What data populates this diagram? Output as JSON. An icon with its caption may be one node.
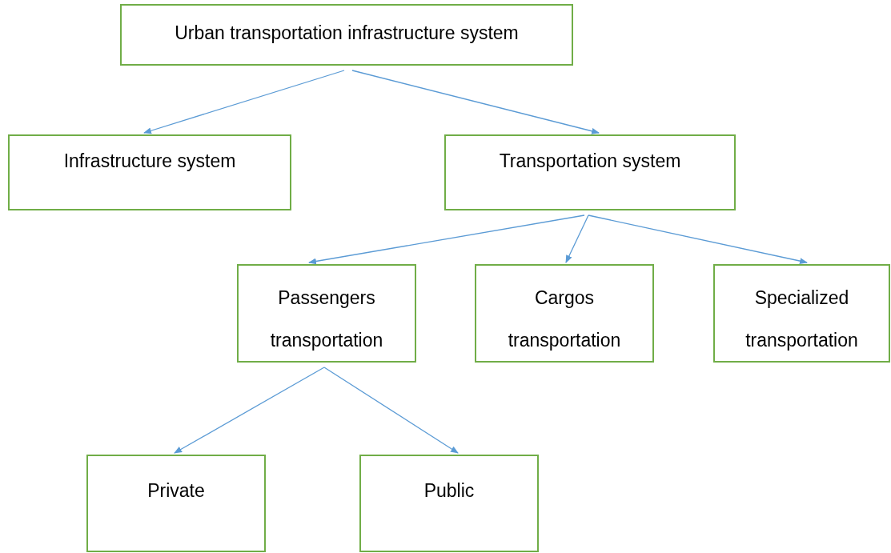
{
  "diagram": {
    "nodes": [
      {
        "text": [
          "Urban transportation infrastructure system"
        ]
      },
      {
        "text": [
          "Infrastructure system"
        ]
      },
      {
        "text": [
          "Transportation system"
        ]
      },
      {
        "text": [
          "Passengers transportation"
        ]
      },
      {
        "text": [
          "Cargos transportation"
        ]
      },
      {
        "text": [
          "Specialized transportation"
        ]
      },
      {
        "text": [
          "Private"
        ]
      },
      {
        "text": [
          "Public"
        ]
      }
    ],
    "edges": [
      {
        "from": 0,
        "to": 1,
        "arrow": "to"
      },
      {
        "from": 0,
        "to": 2,
        "arrow": "to"
      },
      {
        "from": 2,
        "to": 3,
        "arrow": "to"
      },
      {
        "from": 2,
        "to": 4,
        "arrow": "to"
      },
      {
        "from": 2,
        "to": 5,
        "arrow": "to"
      },
      {
        "from": 3,
        "to": 6,
        "arrow": "to"
      },
      {
        "from": 3,
        "to": 7,
        "arrow": "to"
      }
    ]
  }
}
